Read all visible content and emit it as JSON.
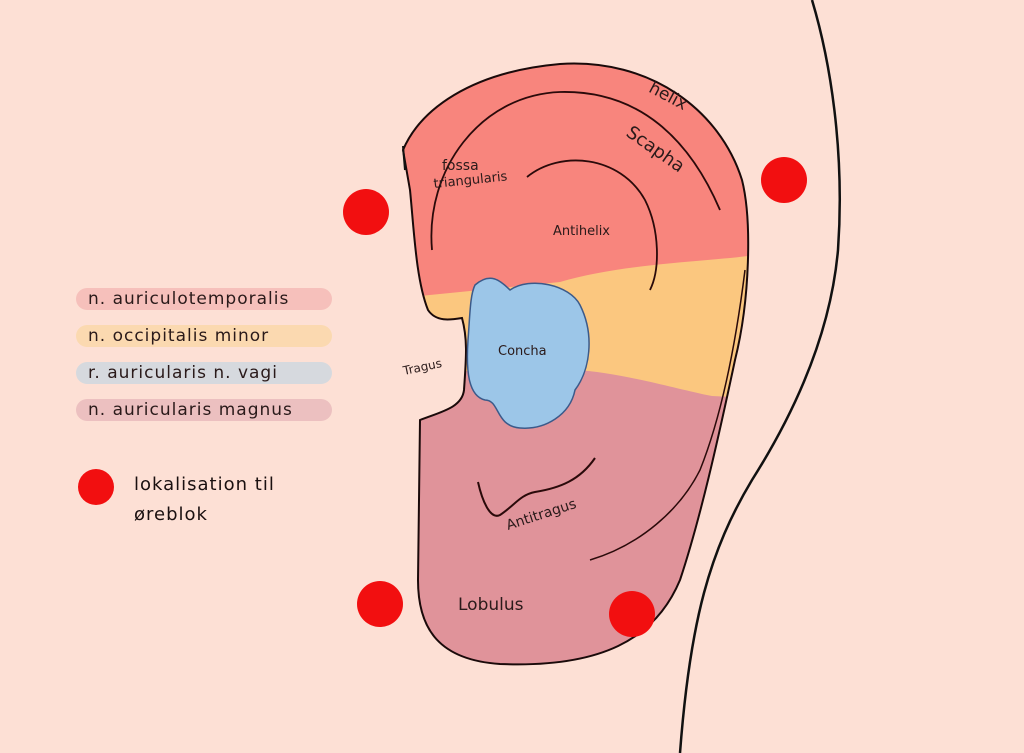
{
  "colors": {
    "background": "#fde0d5",
    "auriculotemporalis": "#f8857d",
    "occipitalis_minor": "#fbc77f",
    "auricularis_vagi": "#9cc6e8",
    "auricularis_magnus": "#e0939a",
    "block_dot": "#f20f10"
  },
  "labels": {
    "helix": "helix",
    "scapha": "Scapha",
    "fossa": "fossa",
    "triangularis": "triangularis",
    "antihelix": "Antihelix",
    "concha": "Concha",
    "tragus": "Tragus",
    "antitragus": "Antitragus",
    "lobulus": "Lobulus"
  },
  "legend": [
    {
      "label": "n. auriculotemporalis",
      "color": "#f6c0bb"
    },
    {
      "label": "n. occipitalis minor",
      "color": "#fbd9b0"
    },
    {
      "label": "r. auricularis n. vagi",
      "color": "#d6d9de"
    },
    {
      "label": "n. auricularis magnus",
      "color": "#ecc0c0"
    }
  ],
  "key": {
    "label": "lokalisation til øreblok"
  }
}
